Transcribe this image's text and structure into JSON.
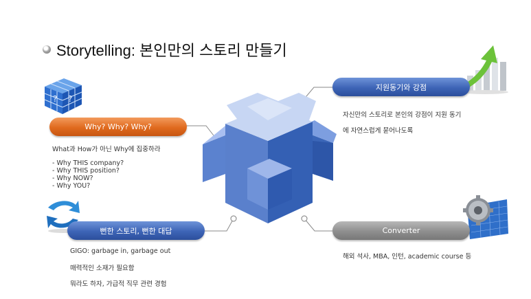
{
  "title": "Storytelling: 본인만의 스토리 만들기",
  "why": {
    "label": "Why? Why? Why?",
    "desc": "What과 How가 아닌 Why에 집중하라",
    "items": [
      "- Why THIS company?",
      "- Why THIS position?",
      "- Why NOW?",
      "- Why YOU?"
    ]
  },
  "story": {
    "label": "뻔한 스토리, 뻔한 대답",
    "lines": [
      "GIGO: garbage in, garbage out",
      "매력적인 소재가 필요함",
      "뭐라도 하자, 가급적 직무 관련 경험"
    ]
  },
  "motivation": {
    "label": "지원동기와 강점",
    "lines": [
      "자신만의 스토리로 본인의 강점이 지원 동기",
      "에 자연스럽게 묻어나도록"
    ]
  },
  "converter": {
    "label": "Converter",
    "desc": "해외 석사, MBA, 인턴, academic course 등"
  },
  "colors": {
    "orange": "#e06a1e",
    "blue": "#3d64b6",
    "gray": "#8e8e8e"
  },
  "icons": [
    "puzzle-cube-icon",
    "refresh-arrows-icon",
    "growth-chart-icon",
    "gear-blueprint-icon",
    "cross-cube-graphic"
  ]
}
